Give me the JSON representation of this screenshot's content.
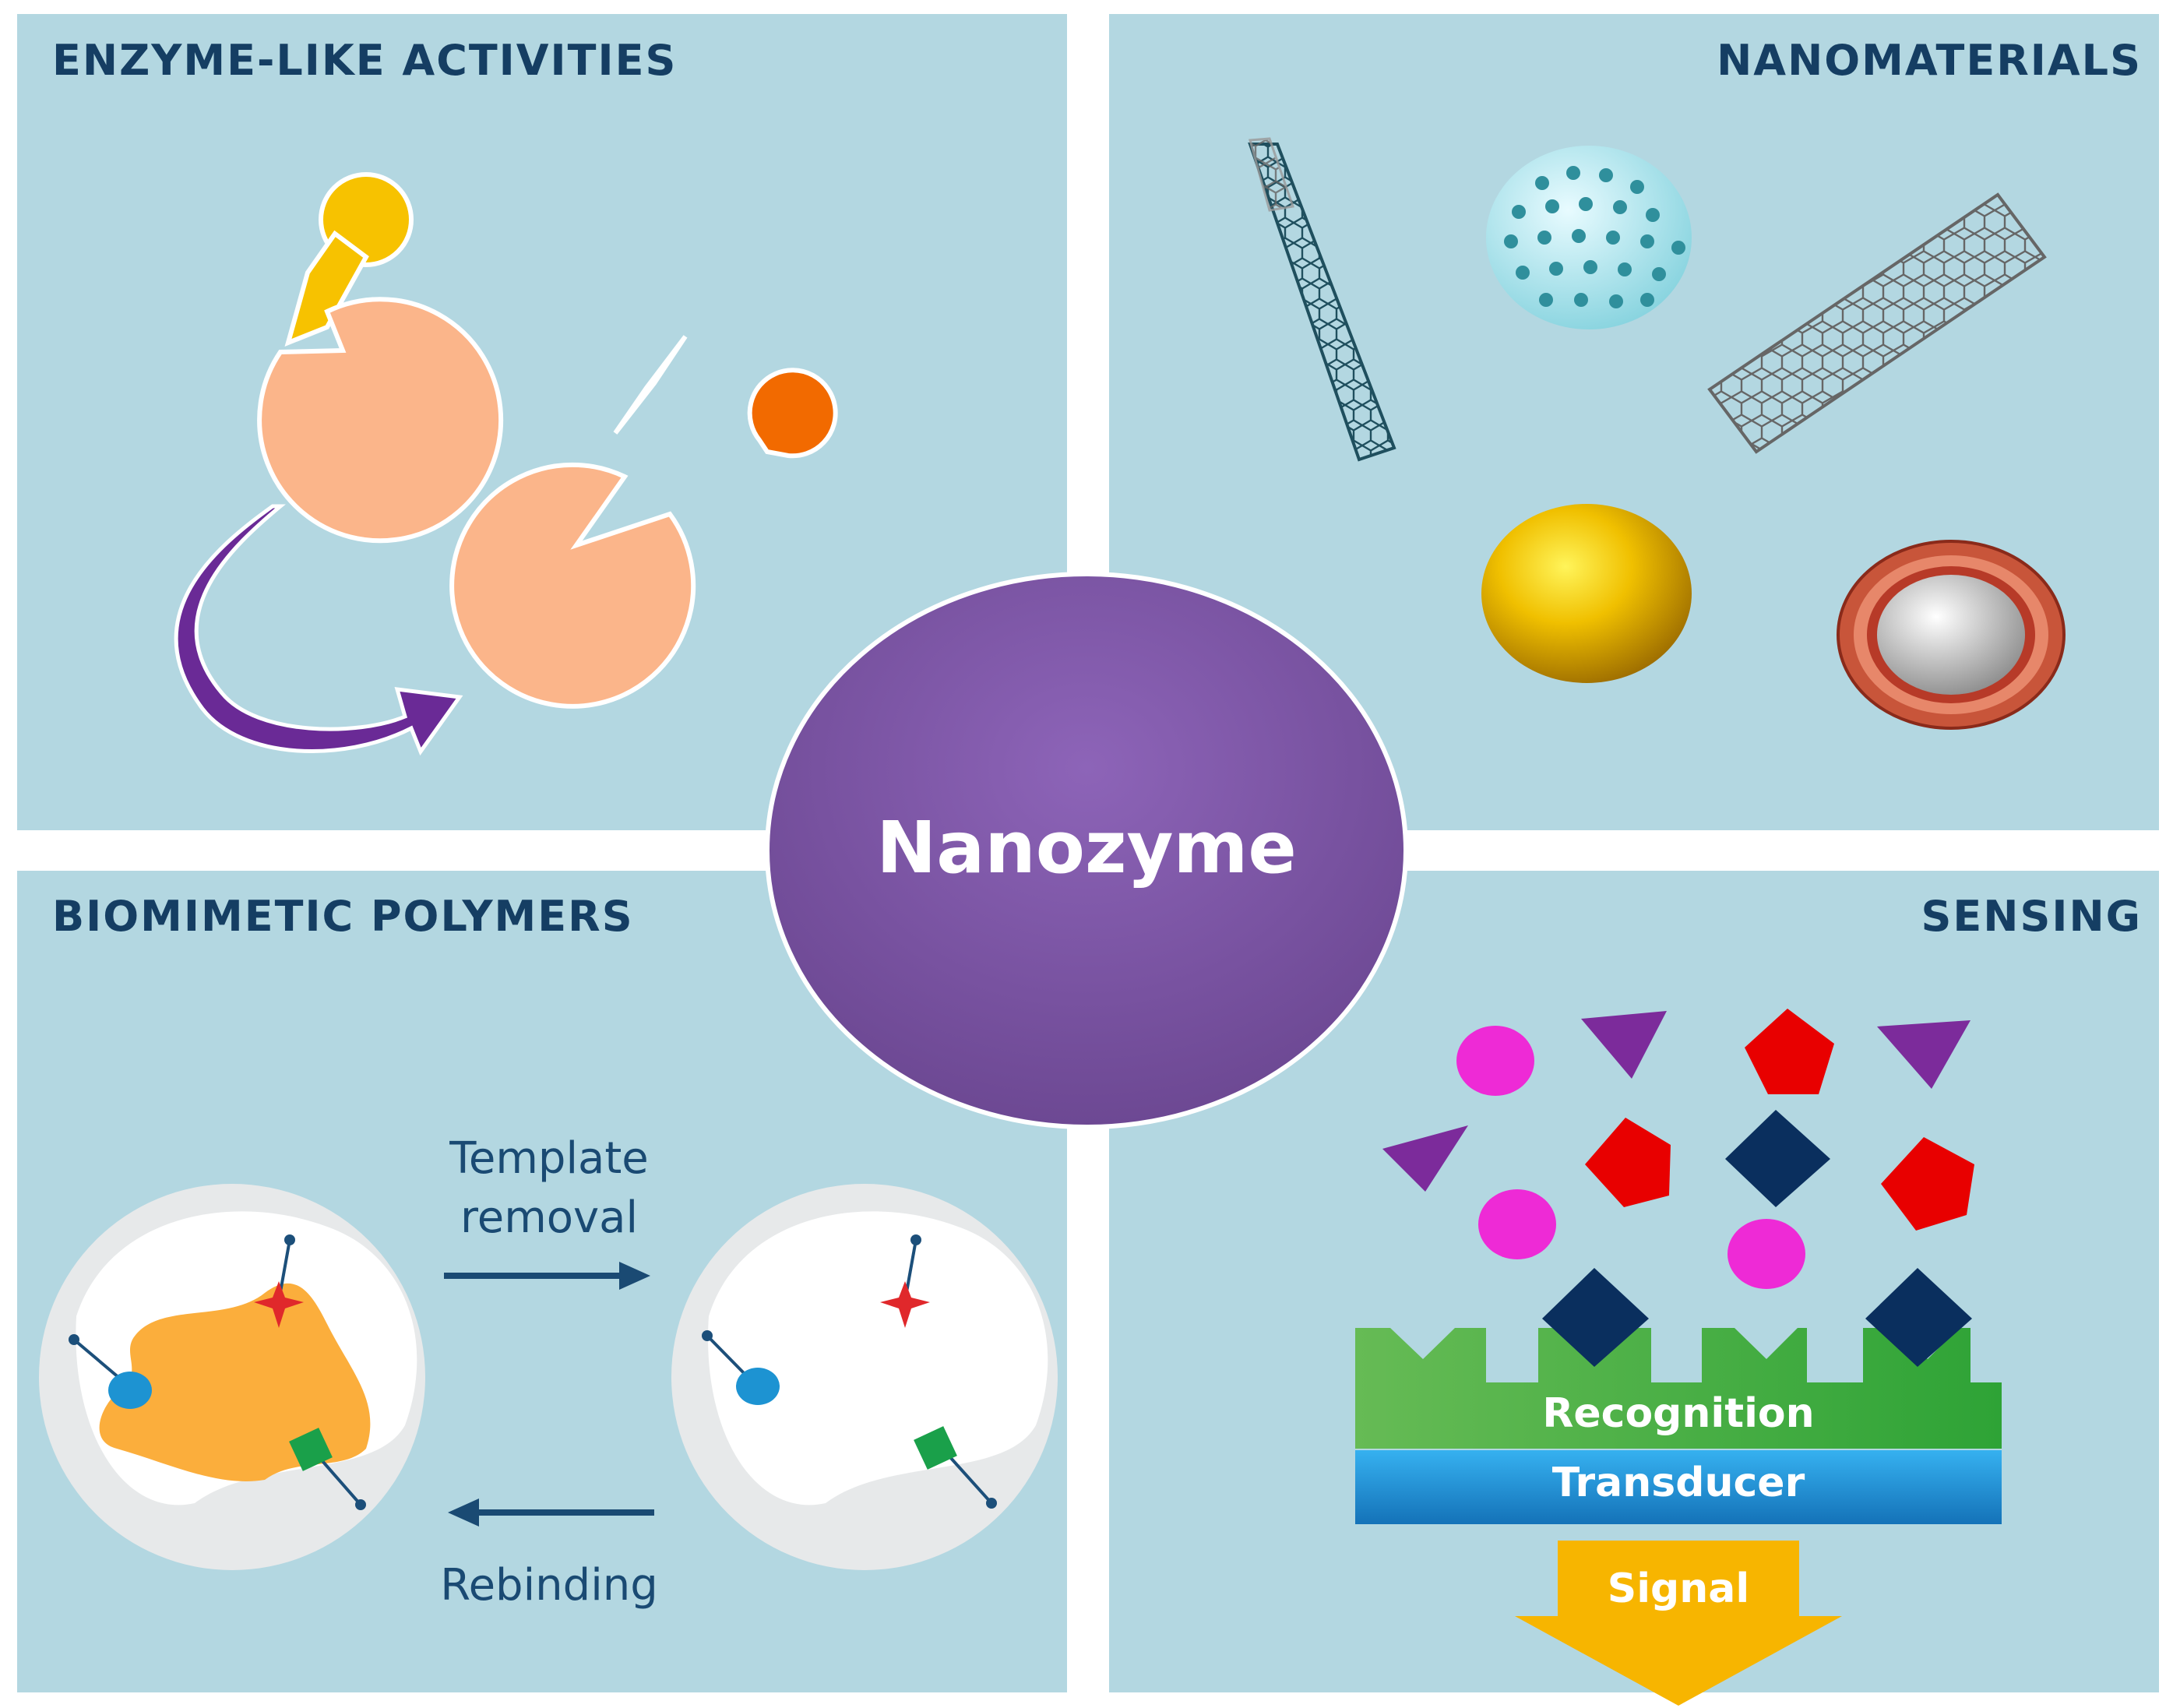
{
  "panels": {
    "enzyme": {
      "title": "ENZYME-LIKE ACTIVITIES"
    },
    "nanomaterials": {
      "title": "NANOMATERIALS"
    },
    "polymers": {
      "title": "BIOMIMETIC POLYMERS",
      "template_removal_line1": "Template",
      "template_removal_line2": "removal",
      "rebinding": "Rebinding"
    },
    "sensing": {
      "title": "SENSING",
      "recognition": "Recognition",
      "transducer": "Transducer",
      "signal": "Signal"
    }
  },
  "center": {
    "label": "Nanozyme"
  },
  "colors": {
    "panel_bg": "#b3d7e1",
    "title_text": "#153e63",
    "center_purple": "#7a55a3",
    "enzyme_body": "#fbb58a",
    "arrow_purple": "#5e2a86",
    "recognition_green": "#3cb043",
    "transducer_blue": "#1c8fd6",
    "signal_yellow": "#f7b500"
  }
}
